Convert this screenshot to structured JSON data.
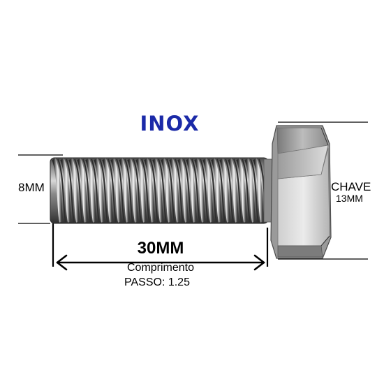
{
  "title": "INOX",
  "dimensions": {
    "diameter": "8MM",
    "wrench_label": "CHAVE",
    "wrench_size": "13MM",
    "length": "30MM",
    "length_caption": "Comprimento",
    "pitch": "PASSO: 1.25"
  },
  "colors": {
    "title": "#1b2aa8",
    "steel_dark": "#3f3f3f",
    "steel_light": "#e4e4e4"
  }
}
